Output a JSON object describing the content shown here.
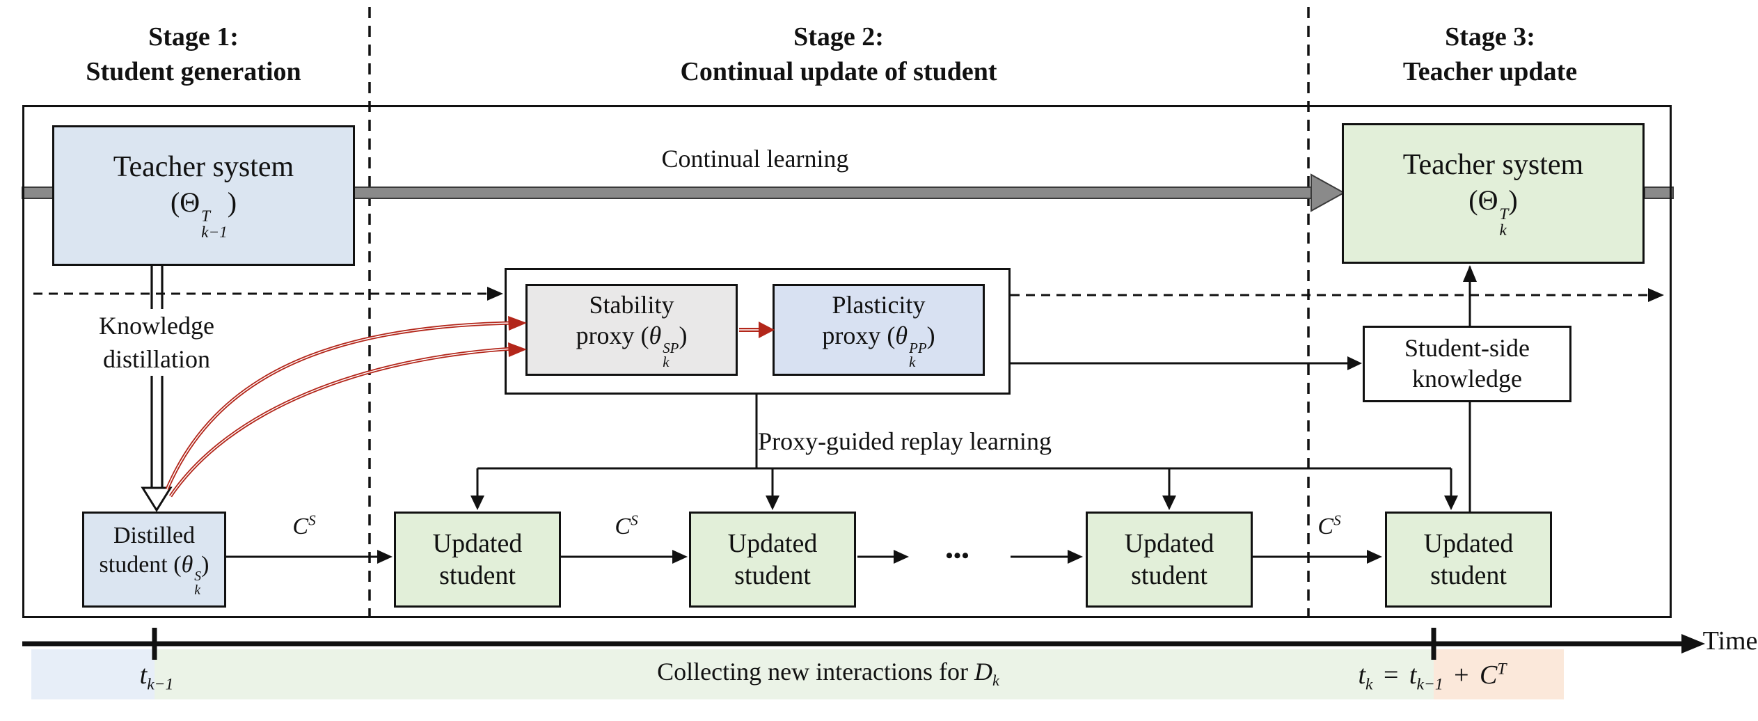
{
  "stages": [
    {
      "line1": "Stage 1:",
      "line2": "Student generation"
    },
    {
      "line1": "Stage 2:",
      "line2": "Continual update of student"
    },
    {
      "line1": "Stage 3:",
      "line2": "Teacher update"
    }
  ],
  "teacher_left": {
    "title": "Teacher system",
    "open": "(",
    "theta": "Θ",
    "sup": "T",
    "sub": "k−1",
    "close": ")"
  },
  "teacher_right": {
    "title": "Teacher system",
    "open": "(",
    "theta": "Θ",
    "sup": "T",
    "sub": "k",
    "close": ")"
  },
  "continual_learning": "Continual learning",
  "knowledge_distillation": {
    "line1": "Knowledge",
    "line2": "distillation"
  },
  "stability": {
    "line1": "Stability",
    "prefix": "proxy (",
    "theta": "θ",
    "sup": "SP",
    "sub": "k",
    "close": ")"
  },
  "plasticity": {
    "line1": "Plasticity",
    "prefix": "proxy (",
    "theta": "θ",
    "sup": "PP",
    "sub": "k",
    "close": ")"
  },
  "student_side": {
    "line1": "Student-side",
    "line2": "knowledge"
  },
  "proxy_replay": "Proxy-guided replay learning",
  "distilled": {
    "line1": "Distilled",
    "prefix": "student (",
    "theta": "θ",
    "sup": "S",
    "sub": "k",
    "close": ")"
  },
  "updated": {
    "line1": "Updated",
    "line2": "student"
  },
  "cs_label": {
    "base": "C",
    "sup": "S"
  },
  "dots": "•••",
  "timeline": {
    "time": "Time",
    "tick1": {
      "base": "t",
      "sub": "k−1"
    },
    "collecting": {
      "prefix": "Collecting new interactions for ",
      "base": "D",
      "sub": "k"
    },
    "tick2": {
      "t": "t",
      "t_sub": "k",
      "eq": "=",
      "t2": "t",
      "t2_sub": "k−1",
      "plus": "+",
      "c": "C",
      "c_sup": "T"
    }
  },
  "colors": {
    "box_blue": "#dbe5f1",
    "box_green": "#e2efd9",
    "box_gray": "#e9e8e8",
    "box_periwinkle": "#d8e1f2",
    "arrow_gray": "#8a8a8a",
    "arrow_red": "#b3261a",
    "band_blue": "#e7eef8",
    "band_green": "#ebf3e7",
    "band_pink": "#fbe8da",
    "line_black": "#111111"
  }
}
